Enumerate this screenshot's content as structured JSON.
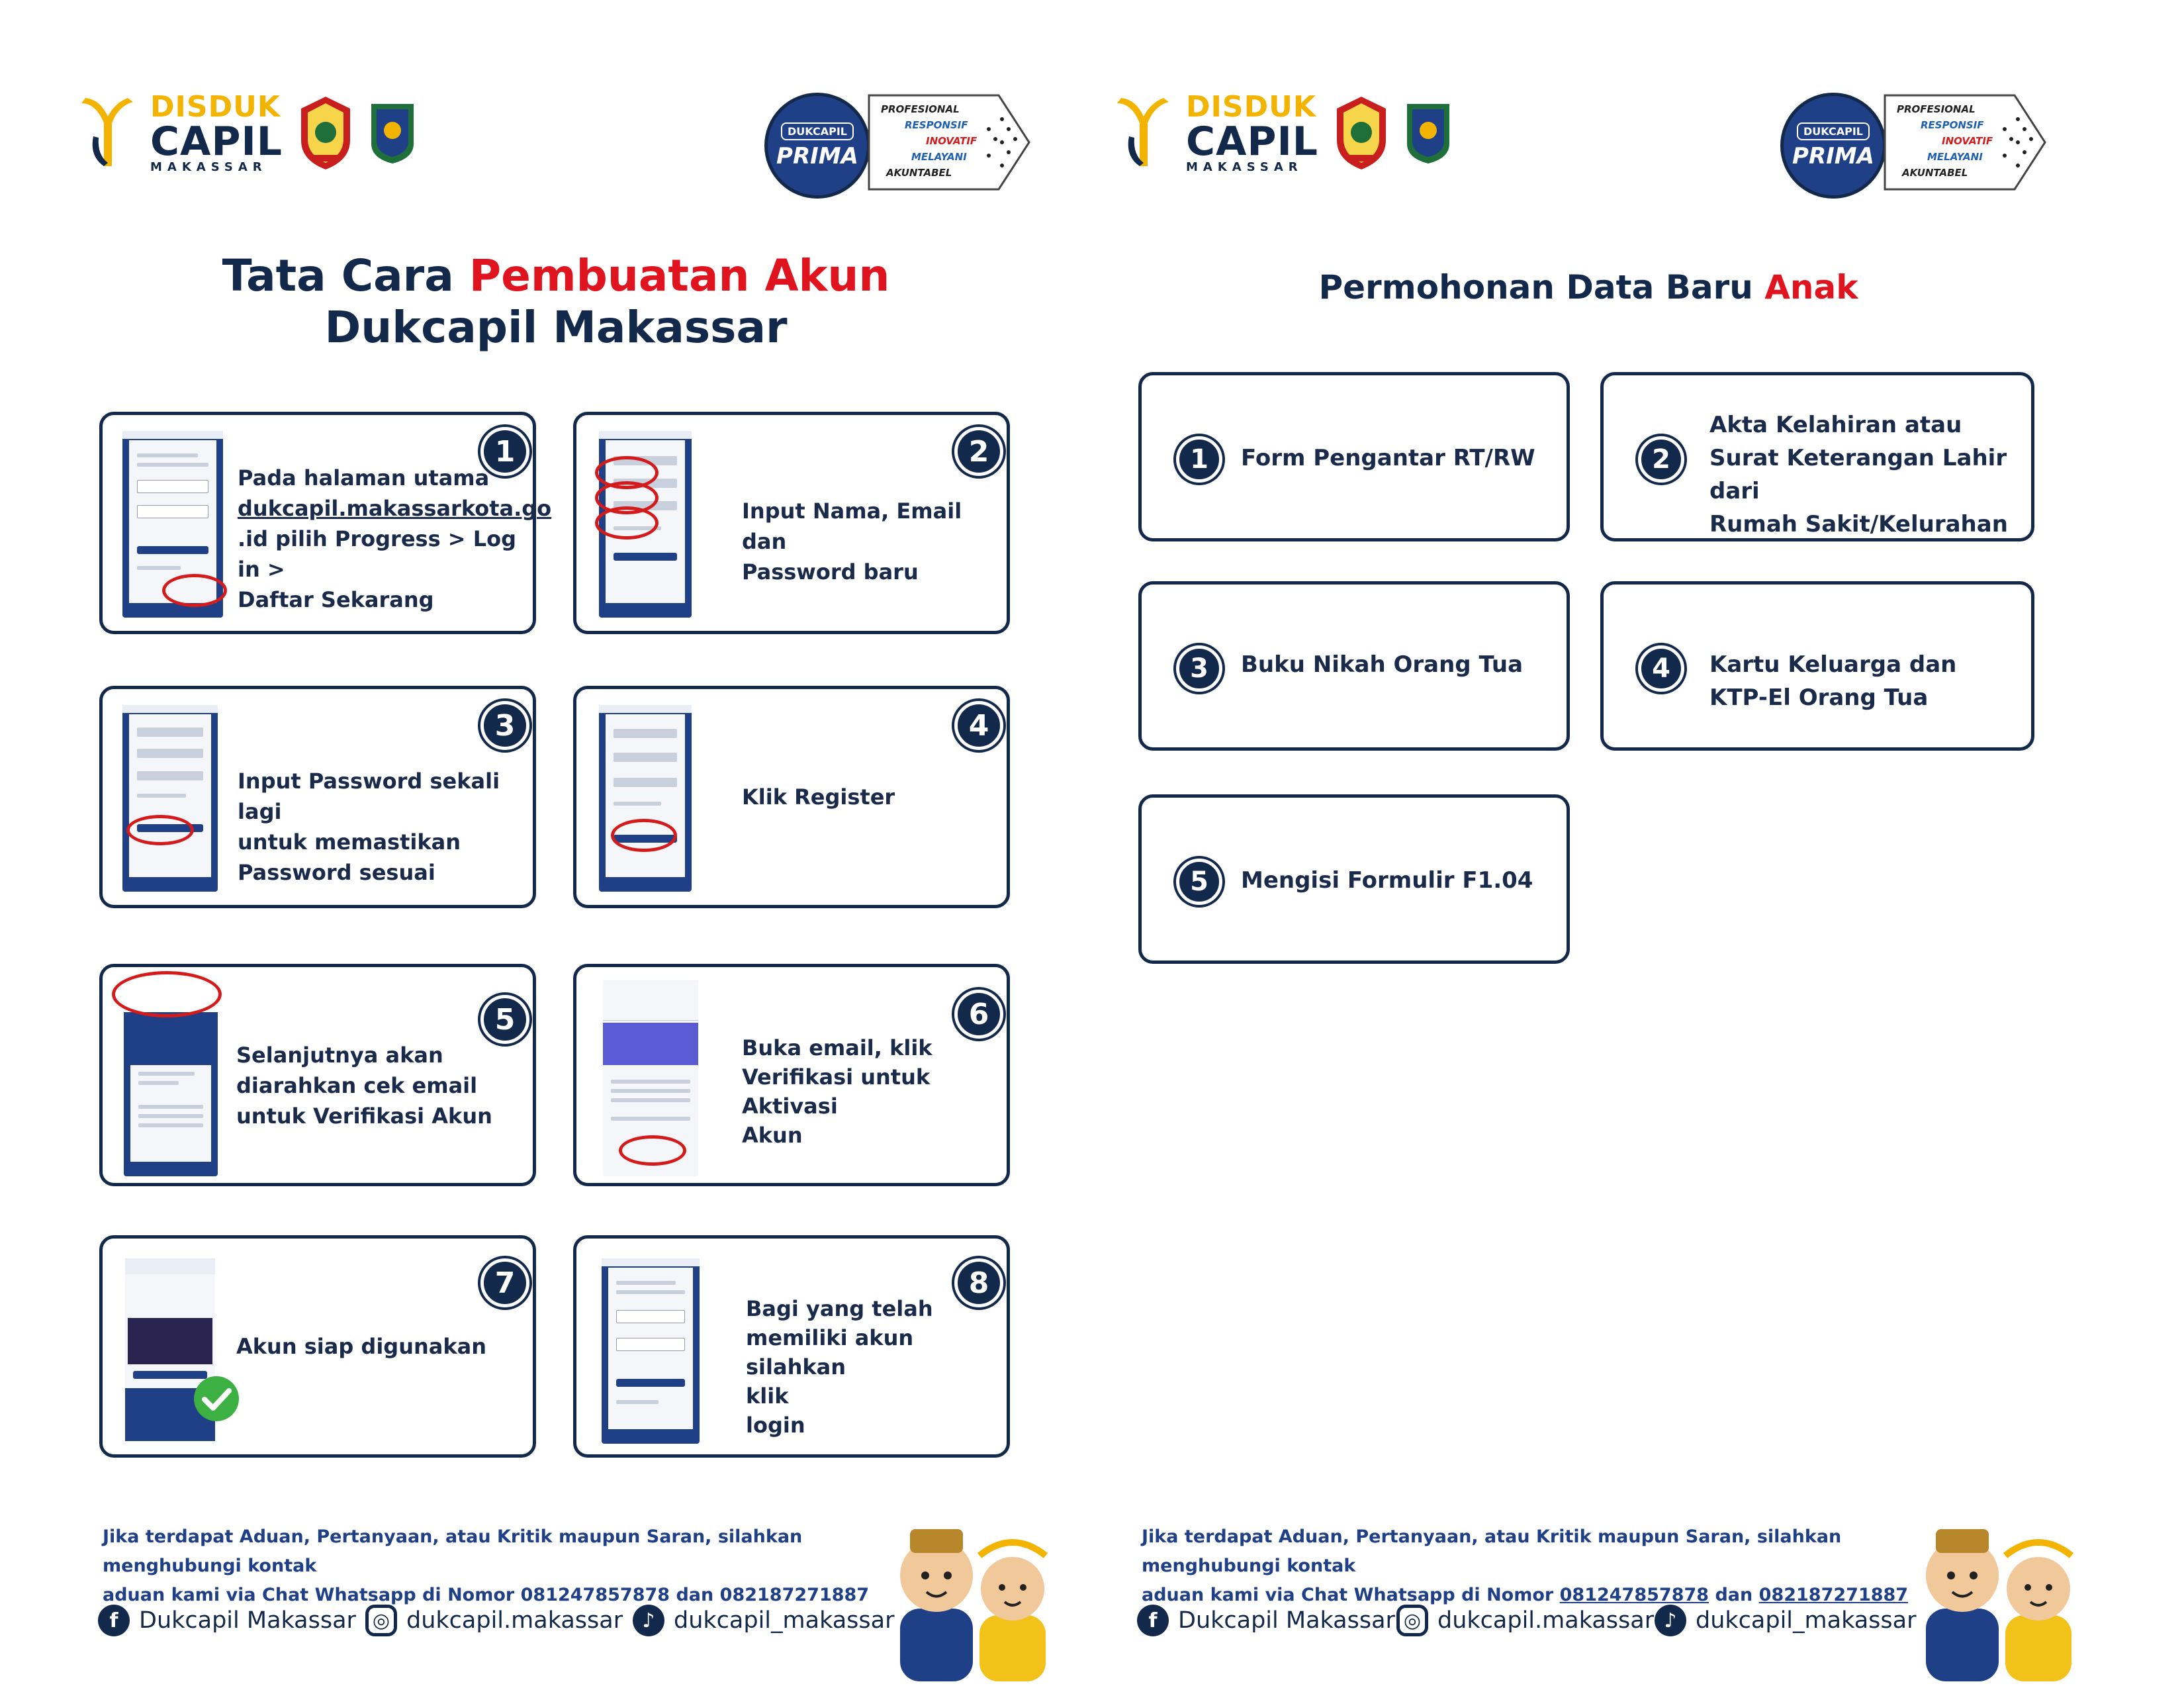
{
  "left": {
    "logo": {
      "disduk": "DISDUK",
      "capil": "CAPIL",
      "city": "MAKASSAR"
    },
    "prima": {
      "circle_top": "DUKCAPIL",
      "circle_main": "PRIMA",
      "words": [
        "PROFESIONAL",
        "RESPONSIF",
        "INOVATIF",
        "MELAYANI",
        "AKUNTABEL"
      ]
    },
    "title_part1": "Tata Cara ",
    "title_highlight": "Pembuatan Akun",
    "title_line2": "Dukcapil Makassar",
    "steps": [
      {
        "num": "1",
        "lines": [
          "Pada halaman utama",
          "dukcapil.makassarkota.go",
          ".id pilih Progress > Log in >",
          "Daftar Sekarang"
        ]
      },
      {
        "num": "2",
        "lines": [
          "Input Nama, Email dan",
          "Password baru"
        ]
      },
      {
        "num": "3",
        "lines": [
          "Input Password sekali lagi",
          "untuk memastikan",
          "Password sesuai"
        ]
      },
      {
        "num": "4",
        "lines": [
          "Klik Register"
        ]
      },
      {
        "num": "5",
        "lines": [
          "Selanjutnya akan",
          "diarahkan cek email",
          "untuk Verifikasi Akun"
        ]
      },
      {
        "num": "6",
        "lines": [
          "Buka email, klik",
          "Verifikasi untuk",
          "Aktivasi",
          "Akun"
        ]
      },
      {
        "num": "7",
        "lines": [
          "Akun siap digunakan"
        ]
      },
      {
        "num": "8",
        "lines": [
          "Bagi yang telah",
          "memiliki akun silahkan",
          "klik",
          "login"
        ]
      }
    ]
  },
  "right": {
    "title_part1": "Permohonan Data Baru ",
    "title_highlight": "Anak",
    "items": [
      {
        "num": "1",
        "lines": [
          "Form Pengantar RT/RW"
        ]
      },
      {
        "num": "2",
        "lines": [
          "Akta Kelahiran atau",
          "Surat Keterangan Lahir dari",
          "Rumah Sakit/Kelurahan"
        ]
      },
      {
        "num": "3",
        "lines": [
          "Buku Nikah Orang Tua"
        ]
      },
      {
        "num": "4",
        "lines": [
          "Kartu Keluarga dan",
          "KTP-El Orang Tua"
        ]
      },
      {
        "num": "5",
        "lines": [
          "Mengisi Formulir F1.04"
        ]
      }
    ]
  },
  "footer": {
    "line1": "Jika terdapat Aduan, Pertanyaan, atau Kritik maupun Saran, silahkan menghubungi kontak",
    "line2_prefix": "aduan kami via Chat Whatsapp di Nomor ",
    "phone1": "081247857878",
    "and": " dan ",
    "phone2": "082187271887",
    "facebook": "Dukcapil Makassar",
    "instagram": "dukcapil.makassar",
    "tiktok": "dukcapil_makassar"
  },
  "colors": {
    "navy": "#13294b",
    "red": "#e0141e",
    "gold": "#f2b400",
    "blue": "#1f3f86"
  }
}
